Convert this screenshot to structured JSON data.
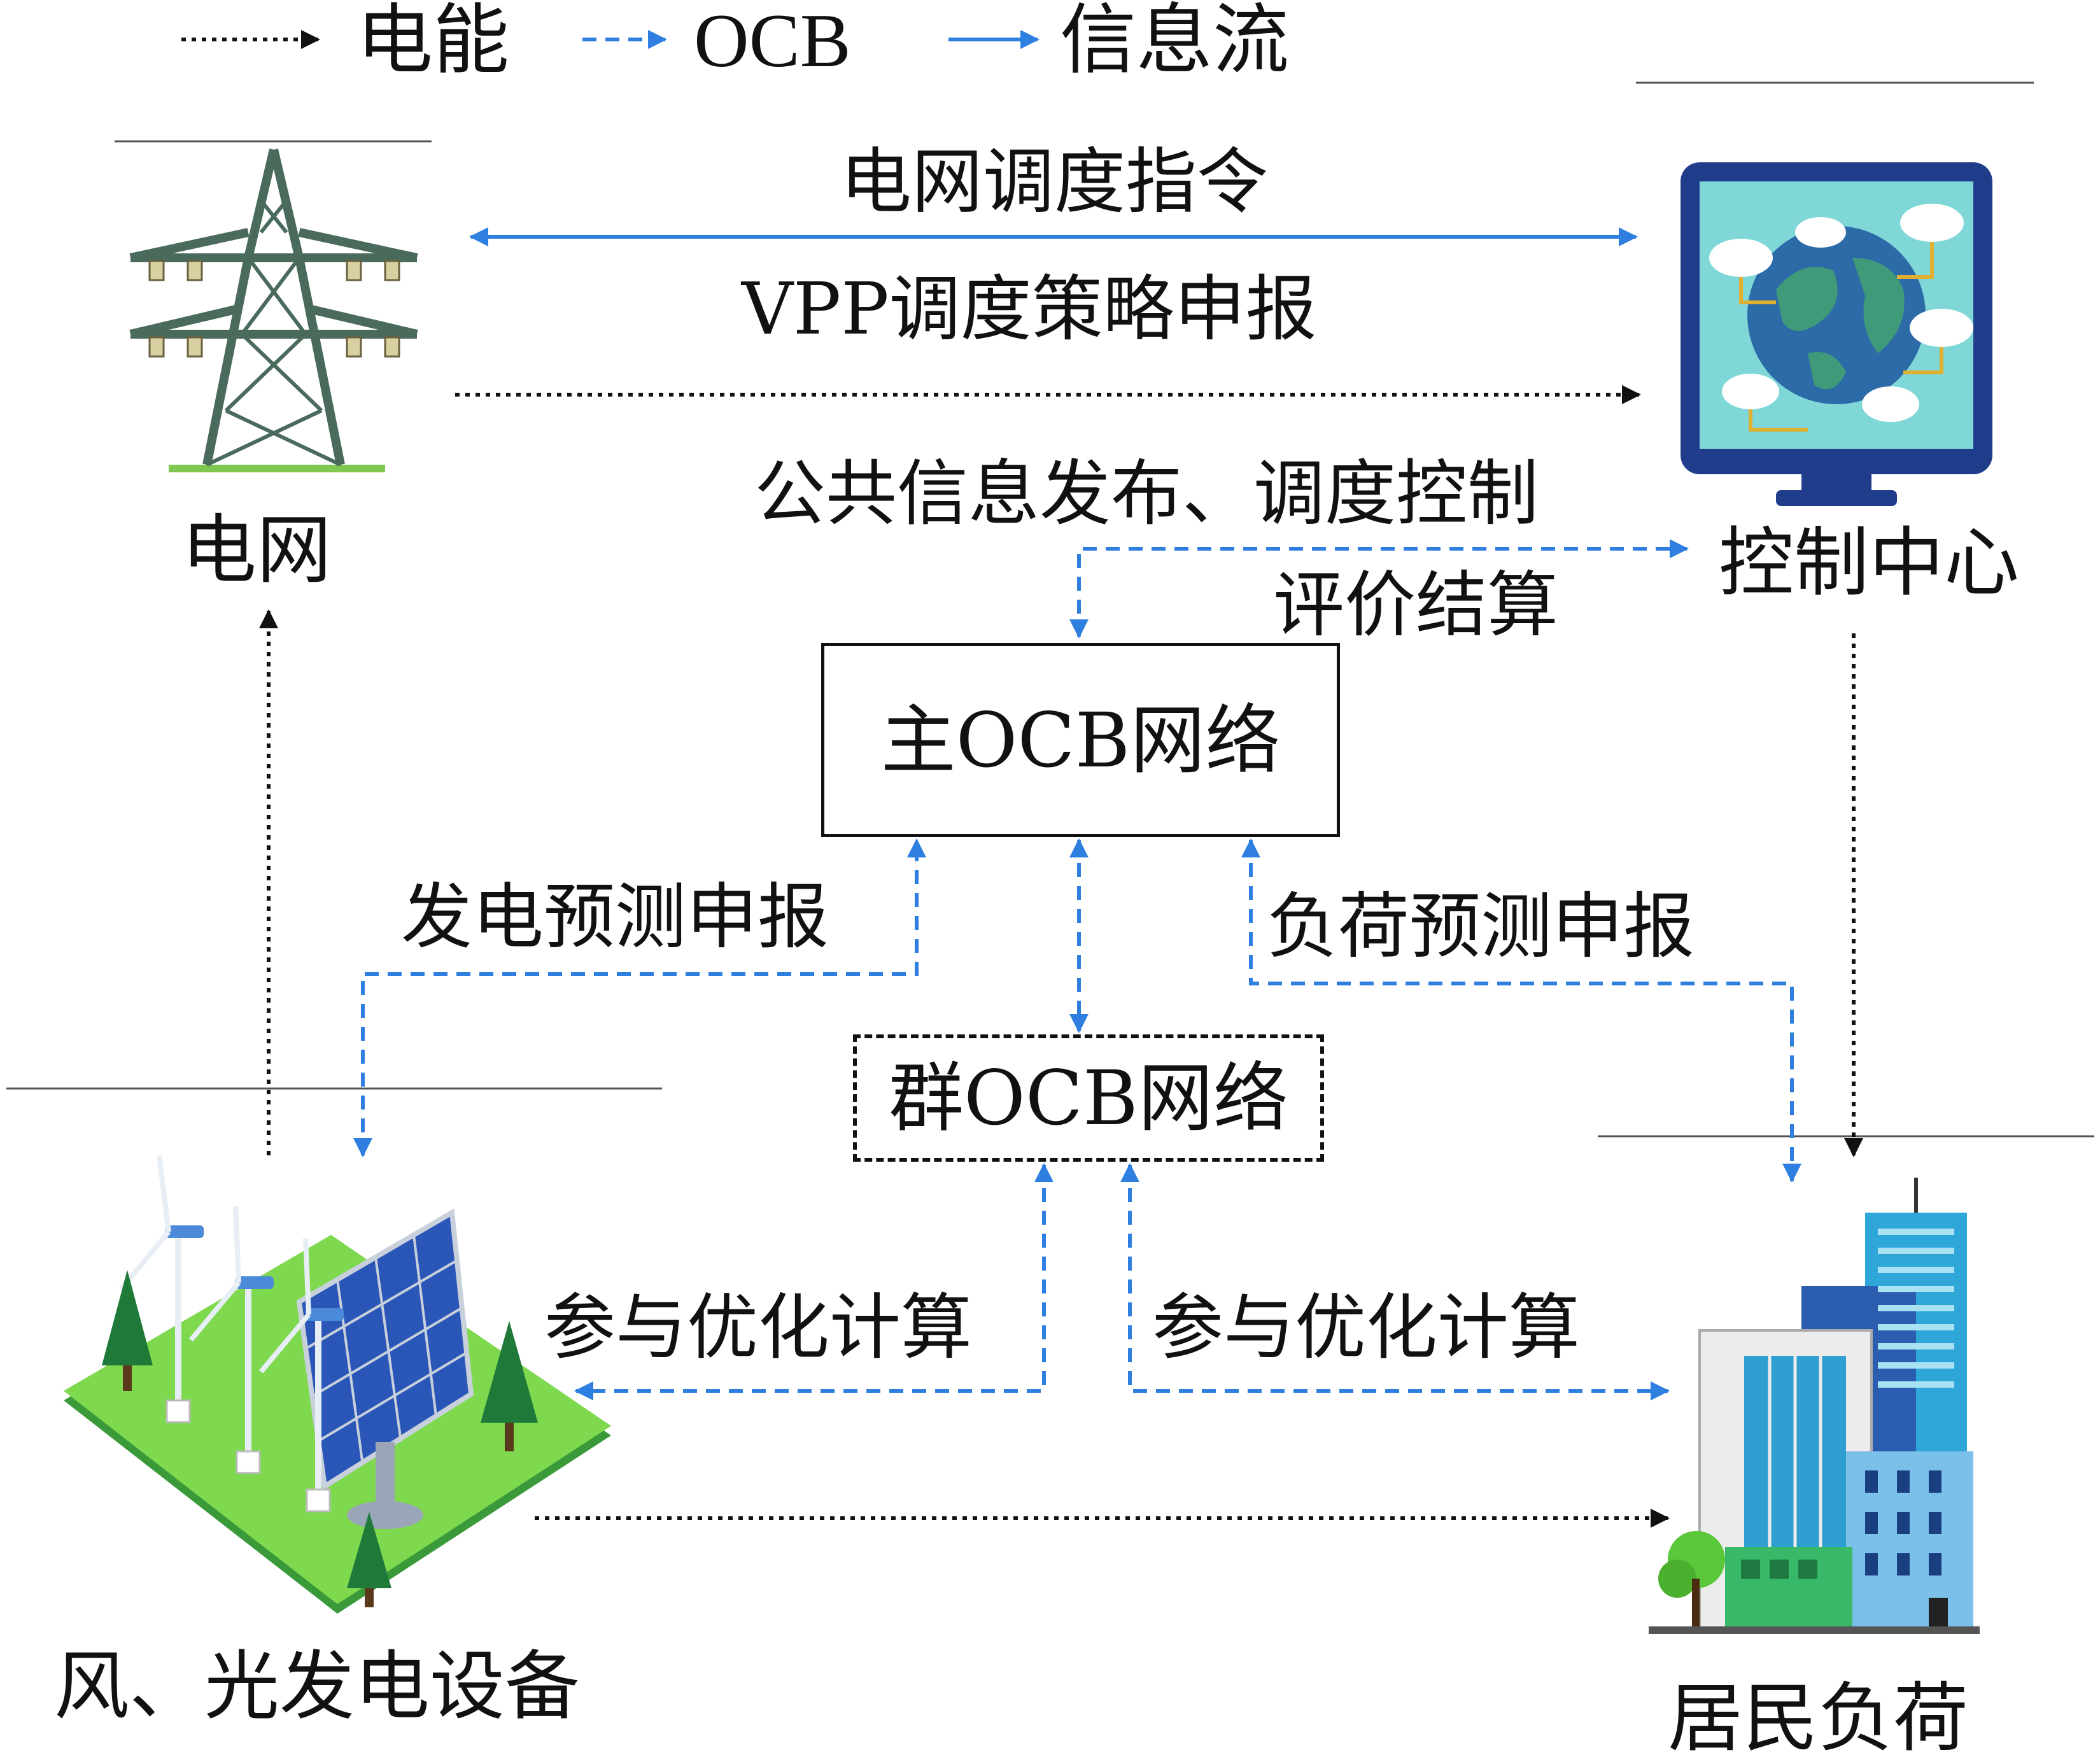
{
  "legend": [
    {
      "style": "dotted-black",
      "label": "电能"
    },
    {
      "style": "dashed-blue",
      "label": "OCB"
    },
    {
      "style": "solid-blue",
      "label": "信息流"
    }
  ],
  "nodes": {
    "grid": {
      "label": "电网",
      "icon": "transmission-tower-icon"
    },
    "control_center": {
      "label": "控制中心",
      "icon": "monitor-globe-icon"
    },
    "main_ocb": {
      "label": "主OCB网络"
    },
    "group_ocb": {
      "label": "群OCB网络"
    },
    "generation": {
      "label": "风、光发电设备",
      "icon": "wind-solar-farm-icon"
    },
    "residential": {
      "label": "居民负荷",
      "icon": "city-buildings-icon"
    }
  },
  "edges": {
    "dispatch_instruction": "电网调度指令",
    "vpp_report": "VPP调度策略申报",
    "public_info": "公共信息发布、调度控制",
    "settlement": "评价结算",
    "gen_forecast": "发电预测申报",
    "load_forecast": "负荷预测申报",
    "opt_left": "参与优化计算",
    "opt_right": "参与优化计算"
  },
  "colors": {
    "blue": "#2f7fe0",
    "black": "#111111"
  }
}
